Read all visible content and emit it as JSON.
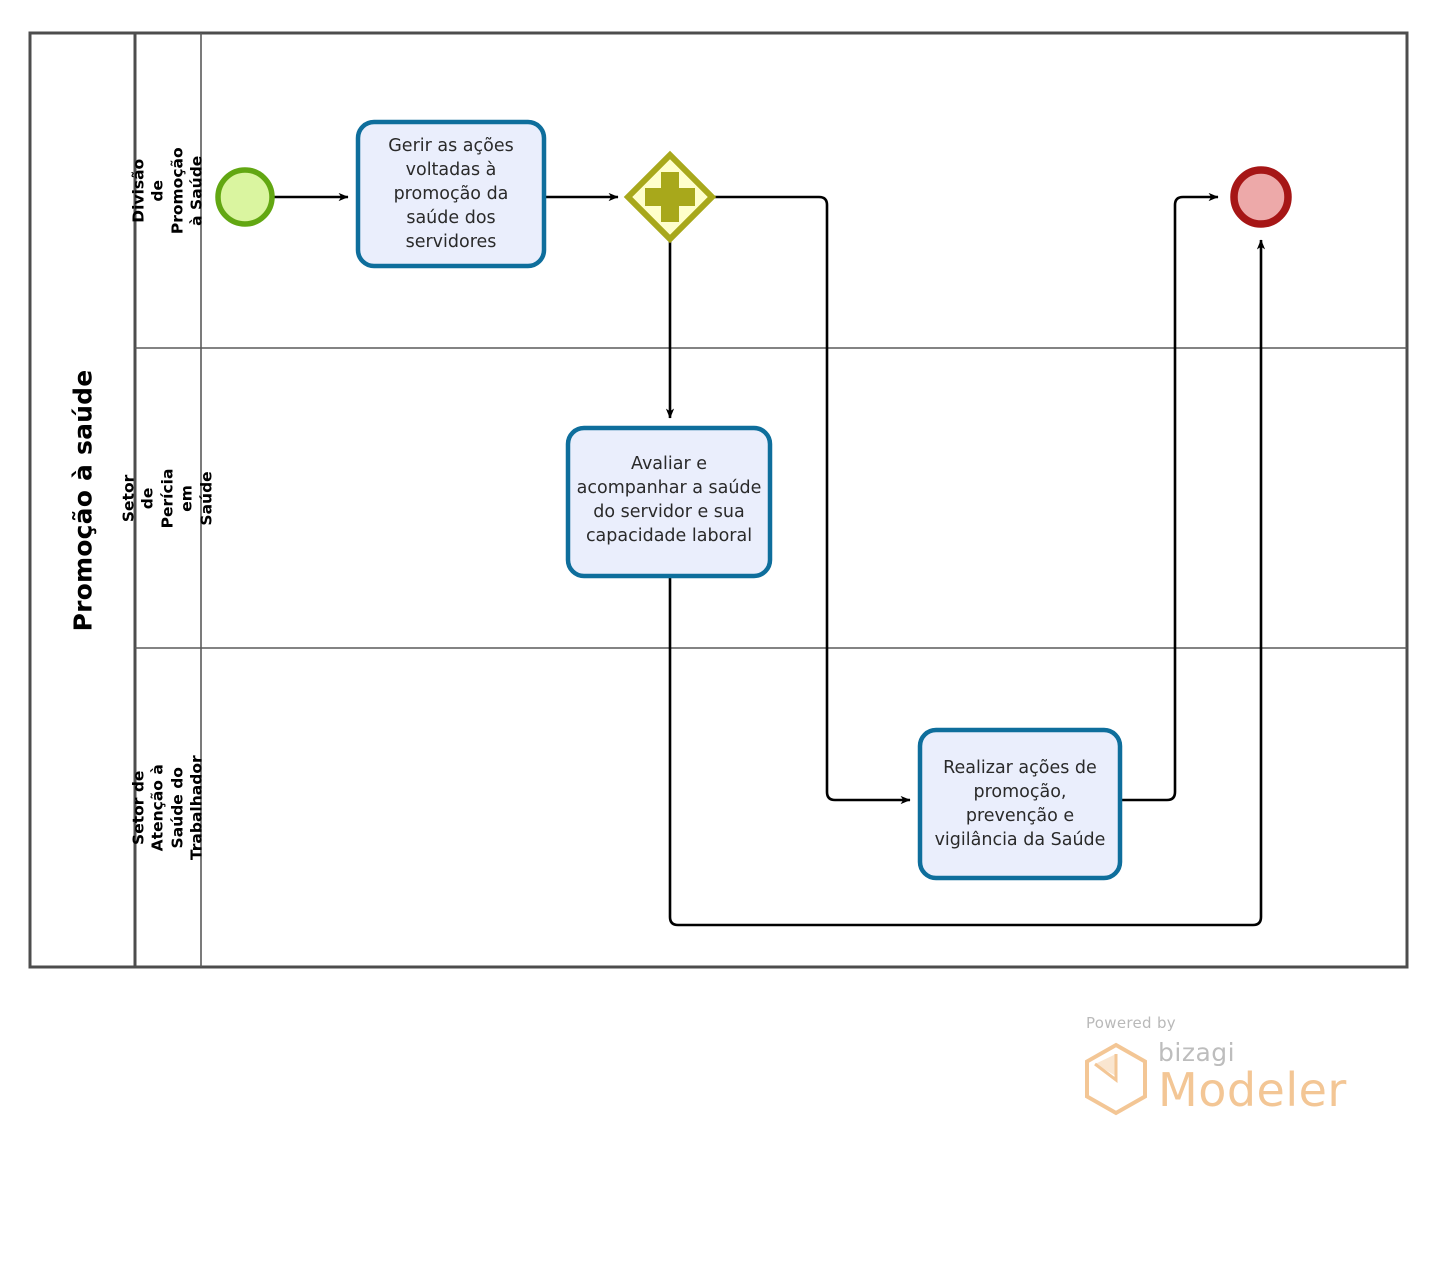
{
  "diagram": {
    "type": "bpmn-process-diagram",
    "pool": {
      "title": "Promoção à saúde",
      "lanes": [
        {
          "id": "lane-divisao-promocao-saude",
          "label": "Divisão de Promoção à Saúde"
        },
        {
          "id": "lane-setor-pericia-saude",
          "label": "Setor de Perícia em Saúde"
        },
        {
          "id": "lane-setor-atencao-saude-trabalhador",
          "label": "Setor de Atenção à Saúde do Trabalhador"
        }
      ]
    },
    "events": [
      {
        "id": "start-event",
        "kind": "start",
        "lane": 0,
        "label": ""
      },
      {
        "id": "end-event",
        "kind": "end",
        "lane": 0,
        "label": ""
      }
    ],
    "gateways": [
      {
        "id": "parallel-gateway",
        "kind": "parallel",
        "lane": 0,
        "symbol": "+",
        "label": ""
      }
    ],
    "tasks": [
      {
        "id": "task-gerir-acoes",
        "lane": 0,
        "label": "Gerir as ações voltadas à promoção da saúde dos servidores"
      },
      {
        "id": "task-avaliar-acompanhar",
        "lane": 1,
        "label": "Avaliar e acompanhar a saúde do servidor e sua capacidade laboral"
      },
      {
        "id": "task-realizar-acoes",
        "lane": 2,
        "label": "Realizar ações de promoção, prevenção e vigilância da Saúde"
      }
    ],
    "flows": [
      {
        "id": "flow-start-to-task1",
        "from": "start-event",
        "to": "task-gerir-acoes"
      },
      {
        "id": "flow-task1-to-gateway",
        "from": "task-gerir-acoes",
        "to": "parallel-gateway"
      },
      {
        "id": "flow-gateway-to-task2",
        "from": "parallel-gateway",
        "to": "task-avaliar-acompanhar"
      },
      {
        "id": "flow-gateway-to-task3",
        "from": "parallel-gateway",
        "to": "task-realizar-acoes"
      },
      {
        "id": "flow-task3-to-end",
        "from": "task-realizar-acoes",
        "to": "end-event"
      },
      {
        "id": "flow-task2-to-end",
        "from": "task-avaliar-acompanhar",
        "to": "end-event"
      }
    ],
    "colors": {
      "pool_border": "#4d4d4d",
      "lane_border": "#5a5a5a",
      "task_fill": "#eaeefc",
      "task_border": "#0e6e9c",
      "start_event_fill": "#daf5a0",
      "start_event_border": "#62a712",
      "end_event_fill": "#eda9a9",
      "end_event_border": "#a61616",
      "gateway_fill": "#ffffcc",
      "gateway_border": "#a8a81b",
      "gateway_symbol": "#a8a81b",
      "connector": "#000000",
      "task_text": "#2a2a2a",
      "title_text": "#000000"
    }
  },
  "branding": {
    "powered_by": "Powered by",
    "brand": "bizagi",
    "product": "Modeler",
    "brand_color": "#f3c695",
    "powered_color": "#b9b9b9"
  }
}
